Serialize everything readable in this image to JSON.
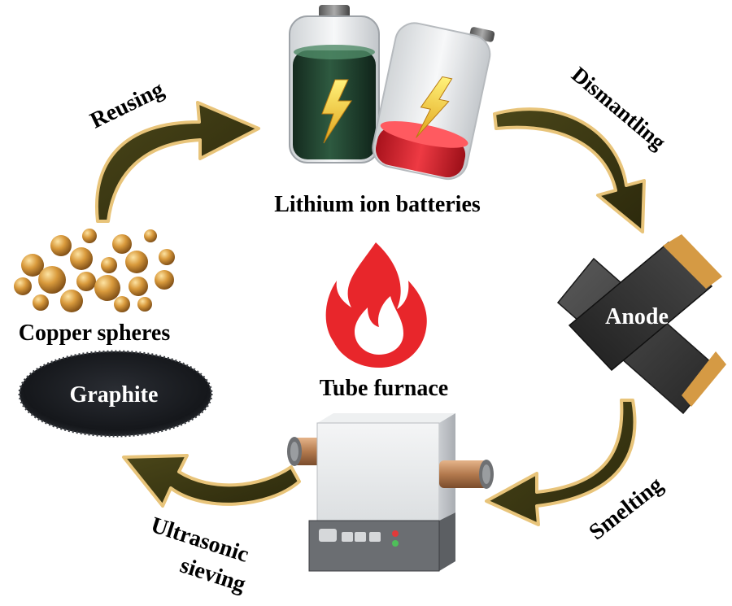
{
  "diagram": {
    "nodes": {
      "batteries": {
        "label": "Lithium ion batteries",
        "icon": "battery-icon"
      },
      "anode": {
        "label": "Anode",
        "icon": "anode-sheet-icon"
      },
      "furnace": {
        "label": "Tube furnace",
        "icon": "tube-furnace-icon"
      },
      "copper": {
        "label": "Copper spheres",
        "icon": "copper-spheres-icon"
      },
      "graphite": {
        "label": "Graphite",
        "icon": "graphite-powder-icon"
      },
      "flame": {
        "icon": "flame-icon"
      }
    },
    "steps": {
      "dismantling": "Dismantling",
      "smelting": "Smelting",
      "sieving_line1": "Ultrasonic",
      "sieving_line2": "sieving",
      "reusing": "Reusing"
    },
    "colors": {
      "arrow_fill": "#3d3a14",
      "arrow_outline": "#e8c47a",
      "copper": "#c98a2e",
      "flame": "#e8262b",
      "battery_green": "#1f3d2c",
      "battery_red": "#d91e2a",
      "anode_dark": "#3a3a3a",
      "anode_edge": "#d59a44"
    }
  }
}
